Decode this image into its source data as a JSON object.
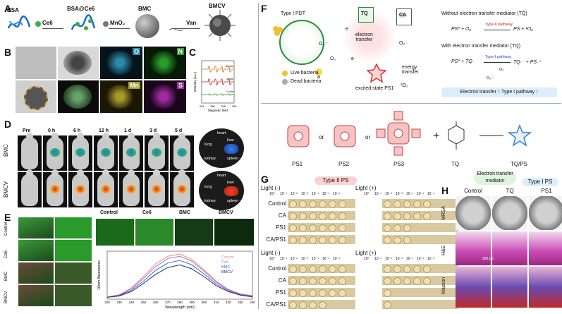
{
  "panels": {
    "A": {
      "label": "A",
      "steps": [
        "BSA",
        "Ce6",
        "BSA@Ce6",
        "MnO₂",
        "BMC",
        "Van",
        "BMCV"
      ]
    },
    "B": {
      "label": "B",
      "element_maps": [
        "O",
        "N",
        "Mn",
        "S"
      ]
    },
    "C": {
      "label": "C",
      "chart_data": {
        "type": "line",
        "title": "",
        "xlabel": "Magnetic field",
        "ylabel": "Intensity (a.u.)",
        "xlim": [
          334,
          340
        ],
        "x_ticks": [
          "334",
          "336",
          "338",
          "340"
        ],
        "series": [
          {
            "name": "10 min",
            "color": "#e07020"
          },
          {
            "name": "5 min",
            "color": "#d02020"
          },
          {
            "name": "0 min",
            "color": "#2a8a2a"
          }
        ]
      }
    },
    "D": {
      "label": "D",
      "timepoints": [
        "Pre",
        "0 h",
        "6 h",
        "12 h",
        "1 d",
        "3 d",
        "5 d"
      ],
      "groups": [
        "BMC",
        "BMCV"
      ],
      "organs": [
        "heart",
        "lung",
        "liver",
        "kidney",
        "spleen"
      ]
    },
    "E": {
      "label": "E",
      "row_labels": [
        "Control",
        "Ce6",
        "BMC",
        "BMCV"
      ],
      "col_labels": [
        "Control",
        "Ce6",
        "BMC",
        "BMCV"
      ],
      "chart_data": {
        "type": "line",
        "xlabel": "Wavelength (nm)",
        "ylabel": "16mm Absorbance",
        "x_ticks": [
          "220",
          "230",
          "240",
          "250",
          "260",
          "270",
          "280",
          "290",
          "300",
          "310",
          "320",
          "330",
          "340"
        ],
        "x": [
          220,
          230,
          240,
          250,
          260,
          270,
          280,
          290,
          300,
          310,
          320,
          330,
          340
        ],
        "series": [
          {
            "name": "Control",
            "color": "#f08a7a",
            "values": [
              0.05,
              0.1,
              0.25,
              0.5,
              0.78,
              0.95,
              1.0,
              0.88,
              0.65,
              0.4,
              0.22,
              0.12,
              0.08
            ]
          },
          {
            "name": "Ce6",
            "color": "#c070c0",
            "values": [
              0.05,
              0.09,
              0.23,
              0.46,
              0.72,
              0.9,
              0.95,
              0.84,
              0.62,
              0.38,
              0.21,
              0.11,
              0.07
            ]
          },
          {
            "name": "BMC",
            "color": "#3a6ad8",
            "values": [
              0.04,
              0.08,
              0.2,
              0.4,
              0.64,
              0.8,
              0.86,
              0.76,
              0.56,
              0.34,
              0.19,
              0.1,
              0.06
            ]
          },
          {
            "name": "BMCV",
            "color": "#1d2b8a",
            "values": [
              0.04,
              0.07,
              0.17,
              0.35,
              0.55,
              0.7,
              0.76,
              0.67,
              0.5,
              0.3,
              0.17,
              0.09,
              0.05
            ]
          }
        ]
      }
    },
    "F": {
      "label": "F",
      "type1": "Type I PDT",
      "o2minus": "O₂·⁻",
      "o2": "O₂",
      "e1": "e",
      "e2": "e",
      "tq": "TQ",
      "ca": "CA",
      "electron_transfer": "electron\ntransfer",
      "energy_transfer": "energy\ntransfer",
      "singlet_o2": "¹O₂",
      "live": "Live bacteria",
      "dead": "Dead bacteria",
      "excited": "excited state PS1",
      "without": "Without electron transfer mediator (TQ)",
      "eq1_left": "PS* + O₂",
      "eq1_path": "Type-II pathway",
      "eq1_right": "PS + ¹O₂",
      "with": "With electron transfer mediator (TQ)",
      "eq2_left": "PS* + TQ",
      "eq2_path": "Type-I pathway",
      "eq2_right": "TQ·⁻ + PS·⁺",
      "eq2_o2": "O₂",
      "eq2_o2minus": "O₂·⁻",
      "summary": "Electron transfer ↑ Type I pathway ↑",
      "ps1": "PS1",
      "ps2": "PS2",
      "ps3": "PS3",
      "or1": "or",
      "or2": "or",
      "plus": "+",
      "tq_bottom": "TQ",
      "tqps": "TQ/PS"
    },
    "G": {
      "label": "G",
      "badge": "Type II PS",
      "light_off": "Light (-)",
      "light_on": "Light (+)",
      "dilutions": [
        "10⁰",
        "10⁻¹",
        "10⁻²",
        "10⁻³",
        "10⁻⁴",
        "10⁻⁵",
        "10⁻⁶"
      ],
      "rows": [
        "Control",
        "CA",
        "PS1",
        "CA/PS1"
      ]
    },
    "H": {
      "label": "H",
      "badge_mediator": "Electron transfer mediator",
      "badge_type1": "Type I PS",
      "cols": [
        "Control",
        "TQ",
        "PS1"
      ],
      "rows": [
        "MRSA",
        "H&E",
        "Masson"
      ],
      "scale": "200 μm"
    }
  }
}
